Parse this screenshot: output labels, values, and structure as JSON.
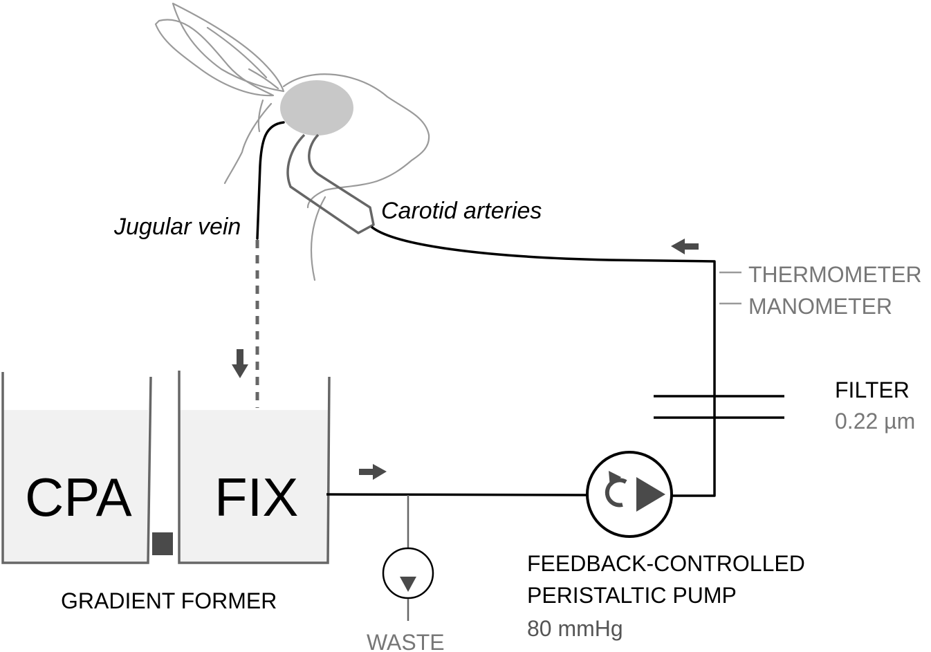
{
  "labels": {
    "jugular": "Jugular vein",
    "carotid": "Carotid arteries",
    "thermometer": "THERMOMETER",
    "manometer": "MANOMETER",
    "filter": "FILTER",
    "filter_size": "0.22 µm",
    "cpa": "CPA",
    "fix": "FIX",
    "gradient_former": "GRADIENT FORMER",
    "waste": "WASTE",
    "pump_line1": "FEEDBACK-CONTROLLED",
    "pump_line2": "PERISTALTIC PUMP",
    "pump_pressure": "80 mmHg"
  },
  "colors": {
    "tube": "#000000",
    "outline": "#666666",
    "rabbit_outline": "#9a9a9a",
    "brain": "#c8c8c8",
    "liquid": "#f1f1f1",
    "arrow": "#4a4a4a",
    "sensor_text": "#777777",
    "waste_text": "#777777"
  },
  "icons": {
    "pump": "peristaltic-pump-icon",
    "waste_pump": "waste-valve-icon",
    "flow_arrow": "flow-arrow-icon",
    "rabbit": "rabbit-head-icon"
  }
}
